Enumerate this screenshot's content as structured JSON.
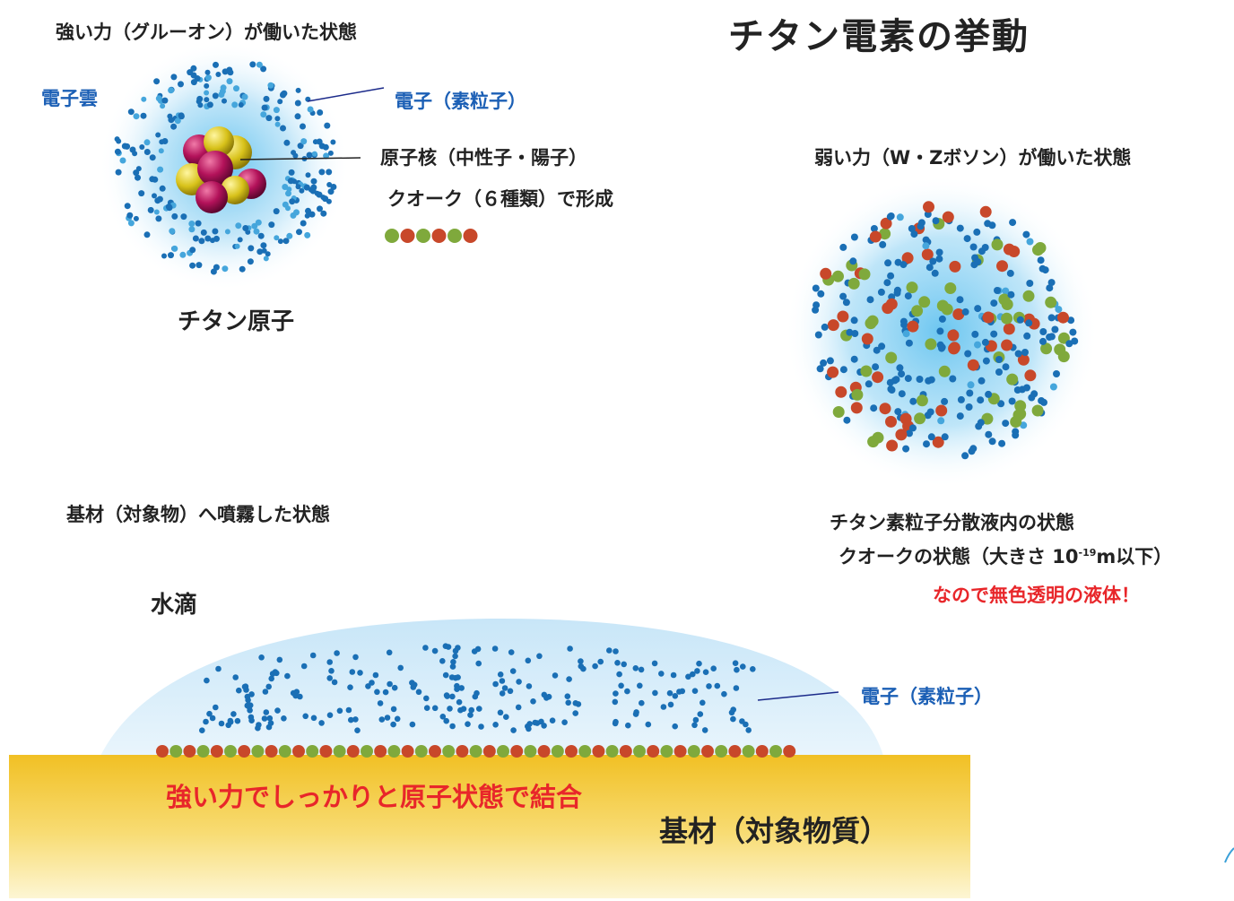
{
  "title": "チタン電素の挙動",
  "atom": {
    "state_label": "強い力（グルーオン）が働いた状態",
    "electron_cloud": "電子雲",
    "electron": "電子（素粒子）",
    "nucleus": "原子核（中性子・陽子）",
    "quarks": "クオーク（６種類）で形成",
    "caption": "チタン原子"
  },
  "dispersion": {
    "state_label": "弱い力（W・Zボソン）が働いた状態",
    "caption1": "チタン素粒子分散液内の状態",
    "caption2_pre": "クオークの状態（大きさ 10",
    "caption2_sup": "-19",
    "caption2_post": "m以下）",
    "note": "なので無色透明の液体！"
  },
  "substrate": {
    "state_label": "基材（対象物）へ噴霧した状態",
    "droplet": "水滴",
    "electron": "電子（素粒子）",
    "bond": "強い力でしっかりと原子状態で結合",
    "base": "基材（対象物質）"
  },
  "colors": {
    "electron": "#1a6fb5",
    "electron_light": "#45a6dc",
    "quark_red": "#c8482a",
    "quark_green": "#7fa93c",
    "text_blue": "#1b5fb5",
    "text_red": "#e8262a",
    "base_top": "#f2c225",
    "base_bottom": "#fdf4c8"
  }
}
